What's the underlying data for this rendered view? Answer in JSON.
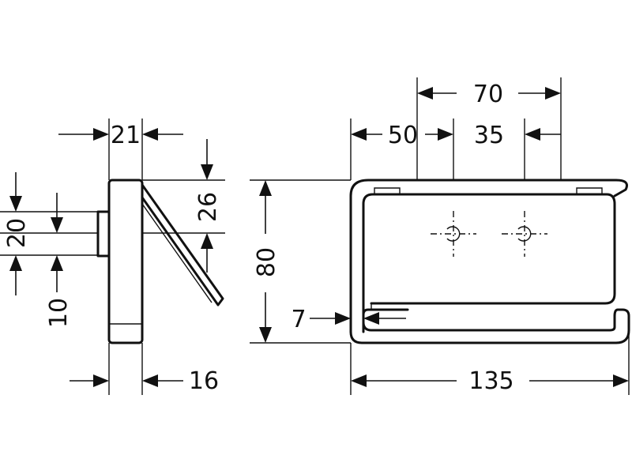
{
  "dimensions": {
    "side_width": "21",
    "side_projection": "26",
    "side_offset_20": "20",
    "side_offset_10": "10",
    "side_depth": "16",
    "front_height": "80",
    "front_hole_spacing_outer": "70",
    "front_left_to_hole": "50",
    "front_hole_spacing": "35",
    "front_lip": "7",
    "front_width": "135"
  }
}
